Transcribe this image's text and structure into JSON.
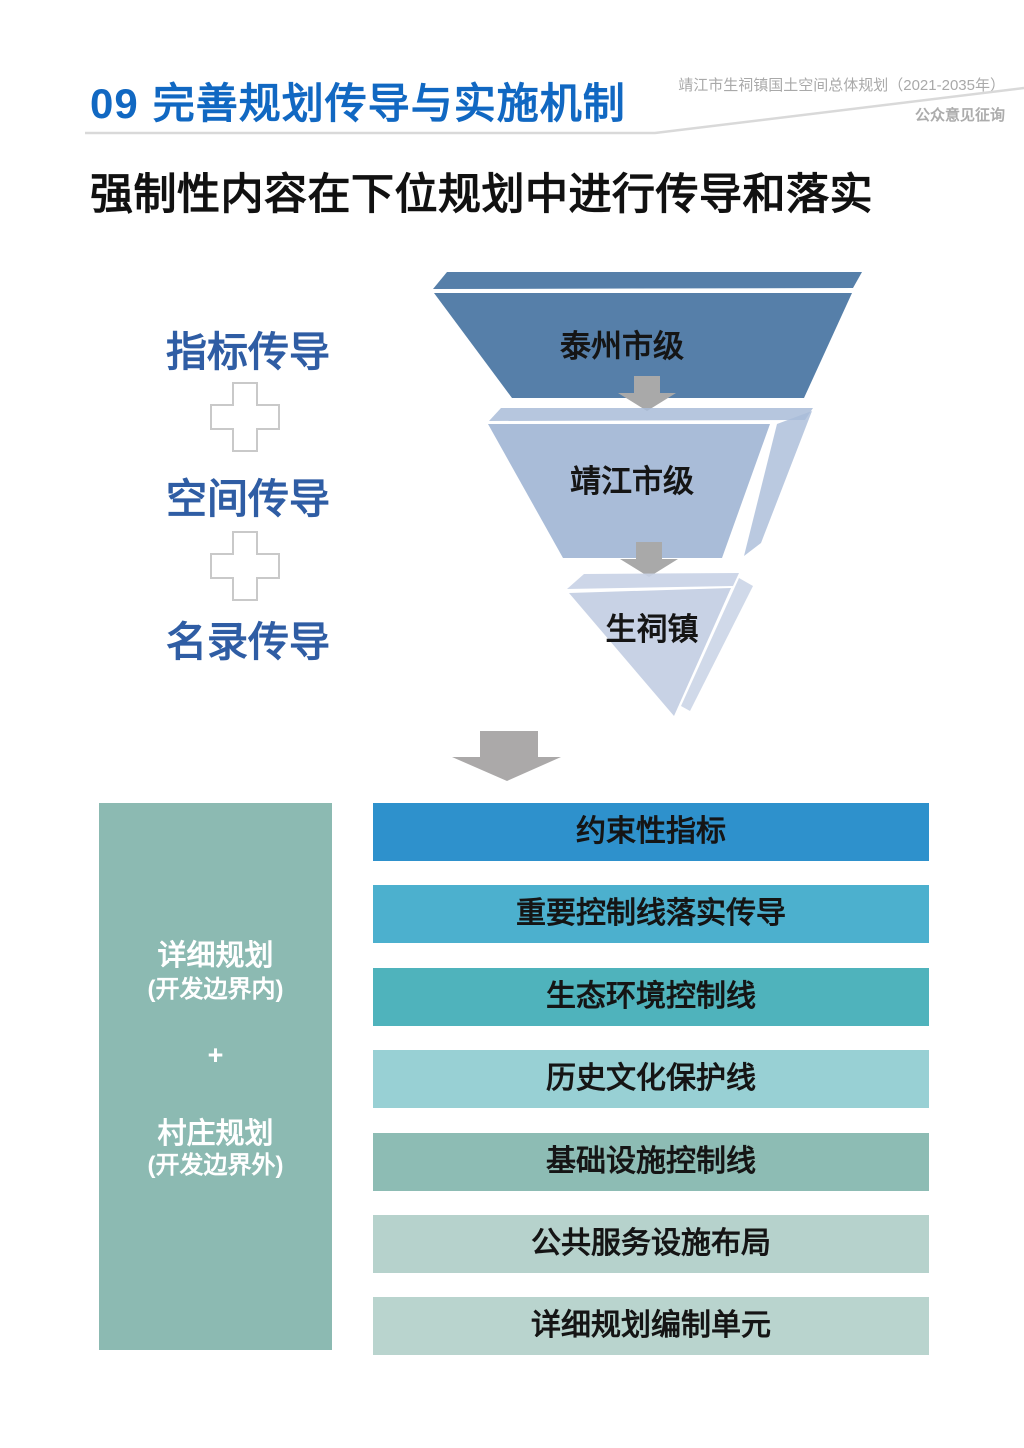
{
  "page": {
    "number": "09",
    "title": "完善规划传导与实施机制",
    "plan_name": "靖江市生祠镇国土空间总体规划（2021-2035年）",
    "consultation": "公众意见征询",
    "subtitle": "强制性内容在下位规划中进行传导和落实"
  },
  "colors": {
    "header_blue": "#1168C2",
    "transmission_blue": "#2F5DA4",
    "arrow_gray": "#A9A9A9",
    "big_arrow_gray": "#ABA9A9",
    "divider_gray": "#D9D9D9"
  },
  "transmission": {
    "items": [
      {
        "label": "指标传导"
      },
      {
        "label": "空间传导"
      },
      {
        "label": "名录传导"
      }
    ],
    "separator": "+"
  },
  "funnel": {
    "levels": [
      {
        "label": "泰州市级",
        "color": "#567FA9"
      },
      {
        "label": "靖江市级",
        "color": "#A9BCD8"
      },
      {
        "label": "生祠镇",
        "color": "#C8D2E5"
      }
    ]
  },
  "plan_box": {
    "color": "#8CBAB2",
    "line1": "详细规划",
    "line2": "(开发边界内)",
    "plus": "+",
    "line3": "村庄规划",
    "line4": "(开发边界外)"
  },
  "content_bars": [
    {
      "label": "约束性指标",
      "color": "#2E91CC"
    },
    {
      "label": "重要控制线落实传导",
      "color": "#4CB0CE"
    },
    {
      "label": "生态环境控制线",
      "color": "#4FB3BC"
    },
    {
      "label": "历史文化保护线",
      "color": "#98D0D4"
    },
    {
      "label": "基础设施控制线",
      "color": "#8DBCB4"
    },
    {
      "label": "公共服务设施布局",
      "color": "#B6D2CC"
    },
    {
      "label": "详细规划编制单元",
      "color": "#B9D4CE"
    }
  ]
}
